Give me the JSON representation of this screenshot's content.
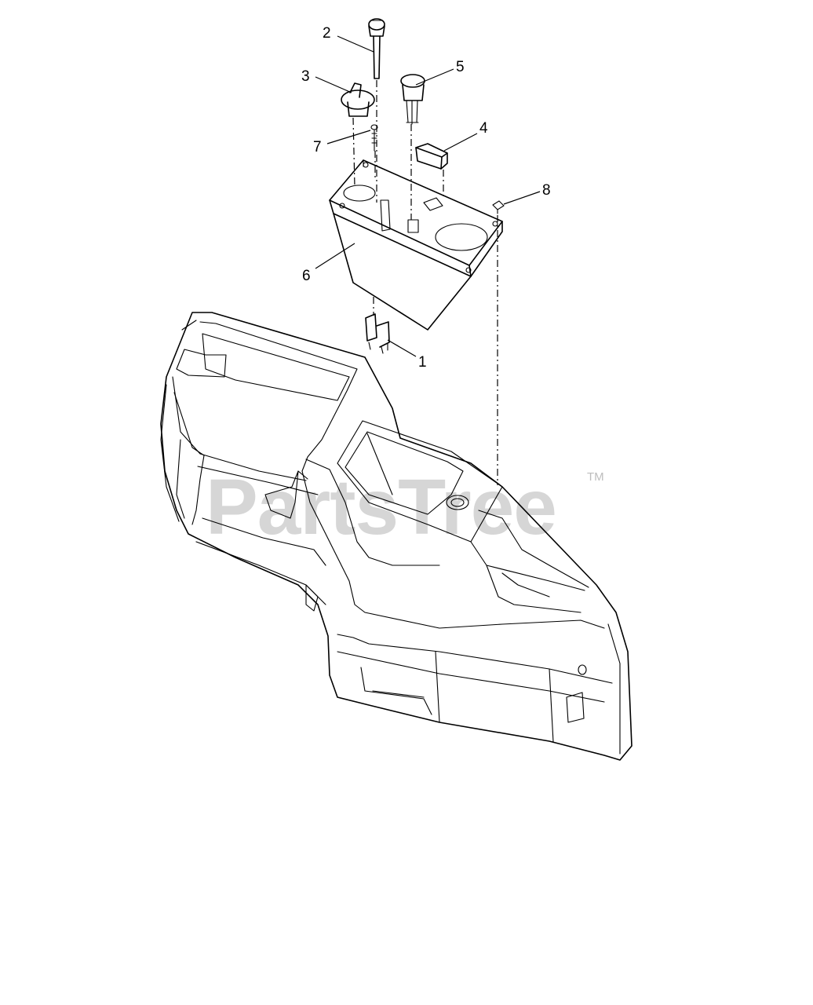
{
  "watermark": {
    "text": "PartsTree",
    "trademark": "TM"
  },
  "callouts": [
    {
      "id": "1",
      "label": "1"
    },
    {
      "id": "2",
      "label": "2"
    },
    {
      "id": "3",
      "label": "3"
    },
    {
      "id": "4",
      "label": "4"
    },
    {
      "id": "5",
      "label": "5"
    },
    {
      "id": "6",
      "label": "6"
    },
    {
      "id": "7",
      "label": "7"
    },
    {
      "id": "8",
      "label": "8"
    }
  ],
  "colors": {
    "line": "#000000",
    "watermark": "#d6d6d6",
    "background": "#ffffff"
  }
}
